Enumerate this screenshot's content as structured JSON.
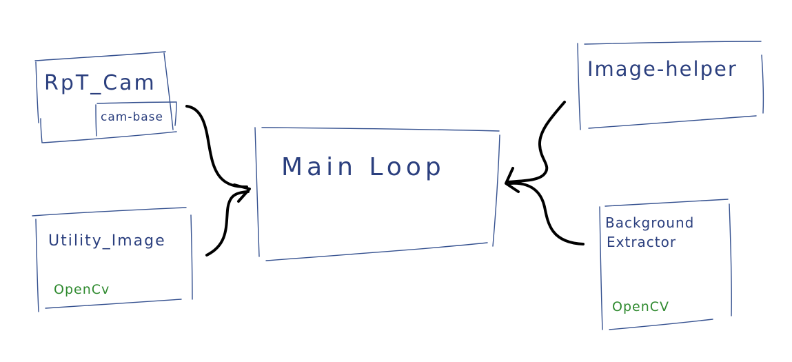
{
  "diagram": {
    "nodes": {
      "rpt_cam": {
        "label": "RpT_Cam",
        "sub_label": "cam-base"
      },
      "utility_image": {
        "label": "Utility_Image",
        "tag": "OpenCv"
      },
      "main_loop": {
        "label": "Main Loop"
      },
      "image_helper": {
        "label": "Image-helper"
      },
      "background_extractor": {
        "label_line1": "Background",
        "label_line2": "Extractor",
        "tag": "OpenCV"
      }
    },
    "edges": [
      {
        "from": "RpT_Cam",
        "to": "Main Loop"
      },
      {
        "from": "Utility_Image",
        "to": "Main Loop"
      },
      {
        "from": "Image-helper",
        "to": "Main Loop"
      },
      {
        "from": "Background Extractor",
        "to": "Main Loop"
      }
    ],
    "colors": {
      "box_stroke": "#34508f",
      "text": "#2b3f7e",
      "tag_text": "#2f8a2f",
      "arrow": "#000000"
    }
  }
}
